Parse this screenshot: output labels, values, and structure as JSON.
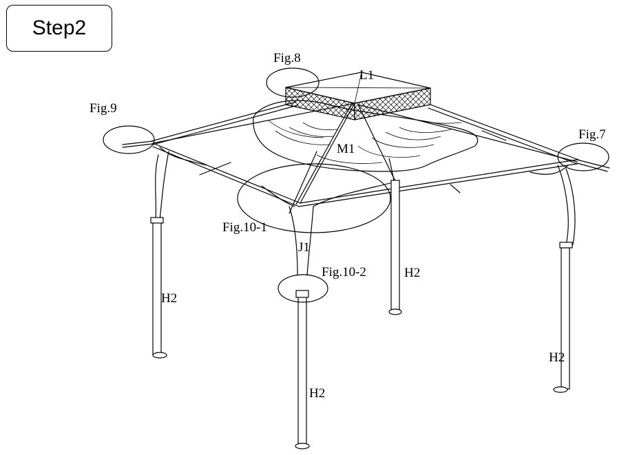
{
  "step": {
    "label": "Step2"
  },
  "labels": {
    "fig8": "Fig.8",
    "l1": "L1",
    "fig9": "Fig.9",
    "fig7": "Fig.7",
    "m1": "M1",
    "fig10_1": "Fig.10-1",
    "j1": "J1",
    "fig10_2": "Fig.10-2",
    "h2_left": "H2",
    "h2_back": "H2",
    "h2_right": "H2",
    "h2_front": "H2"
  }
}
